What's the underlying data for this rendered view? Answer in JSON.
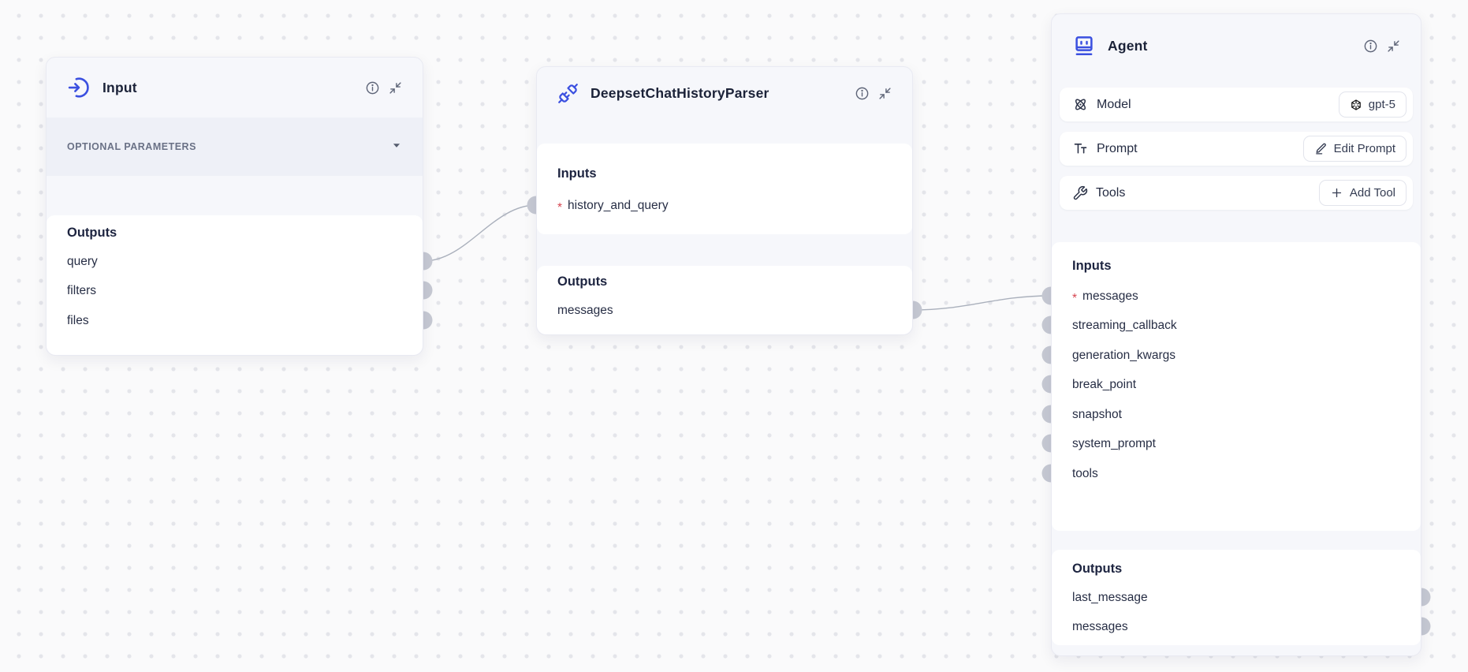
{
  "canvas": {
    "background": "#fafafb",
    "dot_color": "#e4e5ea"
  },
  "colors": {
    "accent_blue": "#3b50e0",
    "port_gray": "#c6c9d3",
    "edge_gray": "#aab0bc",
    "required_red": "#d64550"
  },
  "nodes": {
    "input": {
      "title": "Input",
      "icon": "arrow-into-circle-icon",
      "optional_parameters_label": "OPTIONAL PARAMETERS",
      "outputs": {
        "header": "Outputs",
        "items": [
          {
            "name": "query"
          },
          {
            "name": "filters"
          },
          {
            "name": "files"
          }
        ]
      }
    },
    "parser": {
      "title": "DeepsetChatHistoryParser",
      "icon": "plug-icon",
      "inputs": {
        "header": "Inputs",
        "items": [
          {
            "required_marker": "*",
            "name": "history_and_query"
          }
        ]
      },
      "outputs": {
        "header": "Outputs",
        "items": [
          {
            "name": "messages"
          }
        ]
      }
    },
    "agent": {
      "title": "Agent",
      "icon": "robot-face-icon",
      "params": {
        "model": {
          "label": "Model",
          "value": "gpt-5"
        },
        "prompt": {
          "label": "Prompt",
          "action": "Edit Prompt"
        },
        "tools": {
          "label": "Tools",
          "action": "Add Tool"
        }
      },
      "inputs": {
        "header": "Inputs",
        "items": [
          {
            "required_marker": "*",
            "name": "messages"
          },
          {
            "required_marker": "",
            "name": "streaming_callback"
          },
          {
            "required_marker": "",
            "name": "generation_kwargs"
          },
          {
            "required_marker": "",
            "name": "break_point"
          },
          {
            "required_marker": "",
            "name": "snapshot"
          },
          {
            "required_marker": "",
            "name": "system_prompt"
          },
          {
            "required_marker": "",
            "name": "tools"
          }
        ]
      },
      "outputs": {
        "header": "Outputs",
        "items": [
          {
            "name": "last_message"
          },
          {
            "name": "messages"
          }
        ]
      }
    }
  }
}
